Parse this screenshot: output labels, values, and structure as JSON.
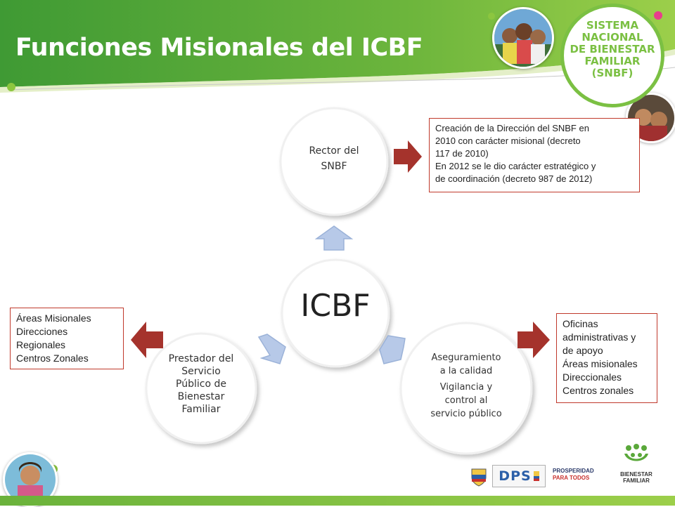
{
  "title": "Funciones Misionales del ICBF",
  "colors": {
    "green_dark": "#3f9a34",
    "green_light": "#8cc63f",
    "arrow_red": "#a5332c",
    "arrow_blue": "#b7c9e8",
    "callout_border": "#c0392b",
    "dot_pink": "#e83e8c"
  },
  "seal": {
    "lines": [
      "SISTEMA",
      "NACIONAL",
      "DE BIENESTAR",
      "FAMILIAR",
      "(SNBF)"
    ]
  },
  "diagram": {
    "center": "ICBF",
    "top_node": [
      "Rector del",
      "SNBF"
    ],
    "left_node": [
      "Prestador del",
      "Servicio",
      "Público de",
      "Bienestar",
      "Familiar"
    ],
    "right_node": {
      "heading": [
        "Aseguramiento",
        "a la calidad"
      ],
      "body": [
        "Vigilancia y",
        "control al",
        "servicio público"
      ]
    }
  },
  "callouts": {
    "top_right": [
      "Creación de la Dirección del SNBF en",
      "2010 con carácter misional (decreto",
      "117 de 2010)",
      "En 2012 se le dio carácter estratégico y",
      "de coordinación (decreto 987 de 2012)"
    ],
    "left": [
      "Áreas Misionales",
      "Direcciones",
      "Regionales",
      "Centros Zonales"
    ],
    "right": [
      "Oficinas",
      "administrativas y",
      "de apoyo",
      "Áreas misionales",
      "Direccionales",
      "Centros zonales"
    ]
  },
  "logos": {
    "dps": "DPS",
    "prosperidad": [
      "PROSPERIDAD",
      "PARA TODOS"
    ],
    "bienestar": [
      "BIENESTAR",
      "FAMILIAR"
    ]
  }
}
